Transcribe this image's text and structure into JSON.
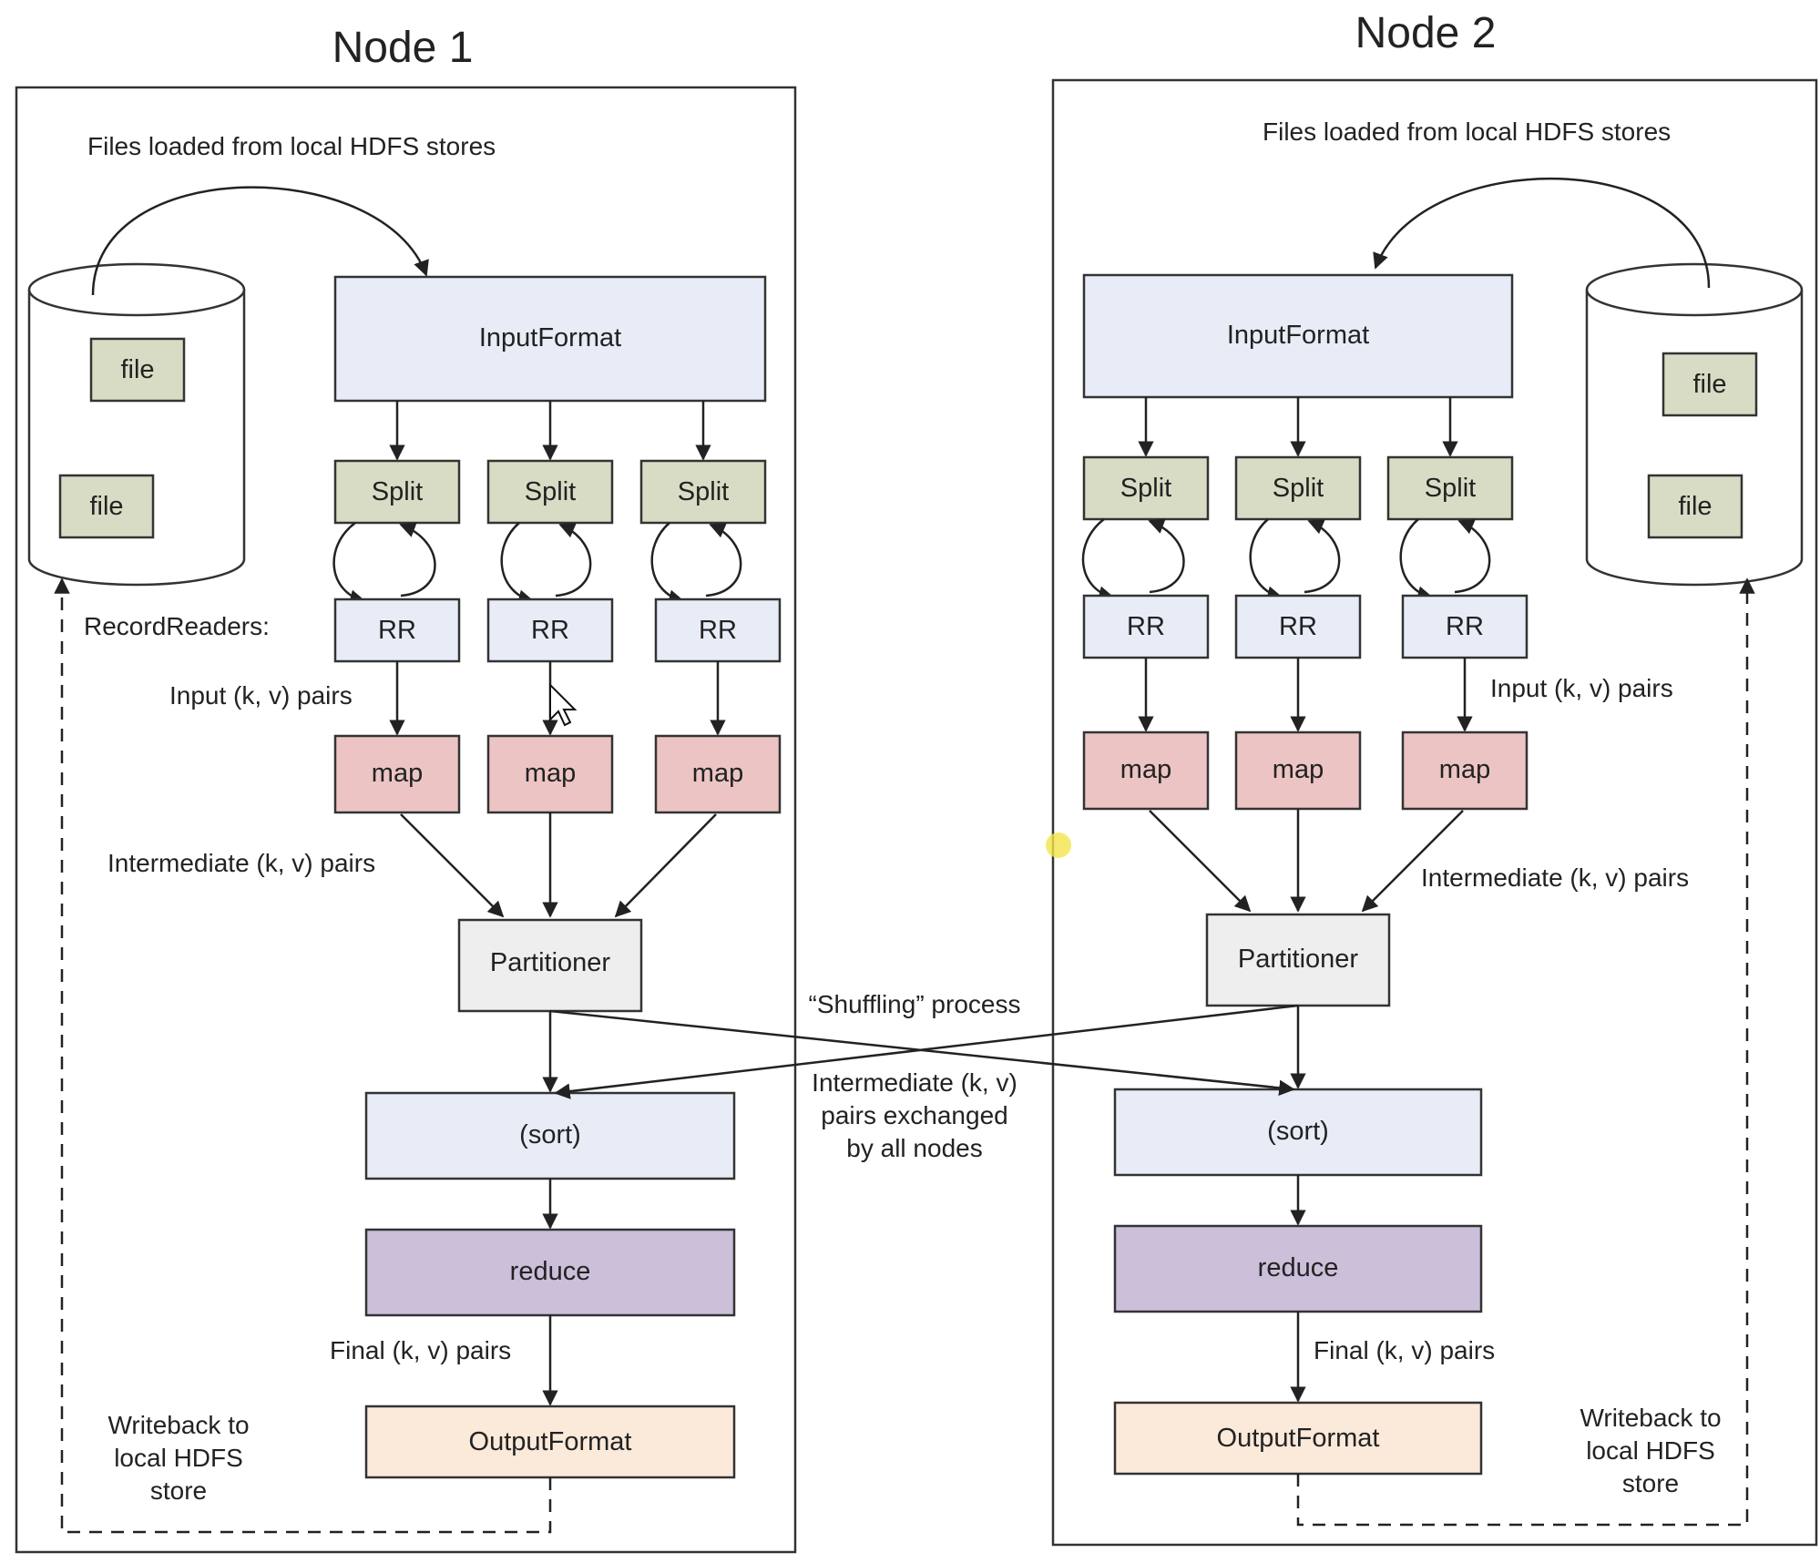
{
  "node1": {
    "title": "Node 1",
    "files_caption": "Files loaded from local HDFS stores",
    "file_labels": [
      "file",
      "file"
    ],
    "input_format": "InputFormat",
    "splits": [
      "Split",
      "Split",
      "Split"
    ],
    "record_readers_label": "RecordReaders:",
    "rr": [
      "RR",
      "RR",
      "RR"
    ],
    "input_pairs": "Input (k, v) pairs",
    "maps": [
      "map",
      "map",
      "map"
    ],
    "intermediate_pairs": "Intermediate (k, v) pairs",
    "partitioner": "Partitioner",
    "sort": "(sort)",
    "reduce": "reduce",
    "final_pairs": "Final (k, v) pairs",
    "output_format": "OutputFormat",
    "writeback": [
      "Writeback to",
      "local HDFS",
      "store"
    ]
  },
  "node2": {
    "title": "Node 2",
    "files_caption": "Files loaded from local HDFS stores",
    "file_labels": [
      "file",
      "file"
    ],
    "input_format": "InputFormat",
    "splits": [
      "Split",
      "Split",
      "Split"
    ],
    "rr": [
      "RR",
      "RR",
      "RR"
    ],
    "input_pairs": "Input (k, v) pairs",
    "maps": [
      "map",
      "map",
      "map"
    ],
    "intermediate_pairs": "Intermediate (k, v) pairs",
    "partitioner": "Partitioner",
    "sort": "(sort)",
    "reduce": "reduce",
    "final_pairs": "Final (k, v) pairs",
    "output_format": "OutputFormat",
    "writeback": [
      "Writeback to",
      "local HDFS",
      "store"
    ]
  },
  "shuffle": {
    "title": "“Shuffling” process",
    "desc": [
      "Intermediate (k, v)",
      "pairs exchanged",
      "by all nodes"
    ]
  },
  "colors": {
    "input_format": "#e8ecf7",
    "split": "#d9dcc4",
    "record_reader": "#e8ecf7",
    "map": "#ecc4c4",
    "partitioner": "#eeeeee",
    "sort": "#e8ecf7",
    "reduce": "#cbbfda",
    "output_format": "#fbe9da",
    "file": "#d9dcc4",
    "stroke": "#333333"
  }
}
